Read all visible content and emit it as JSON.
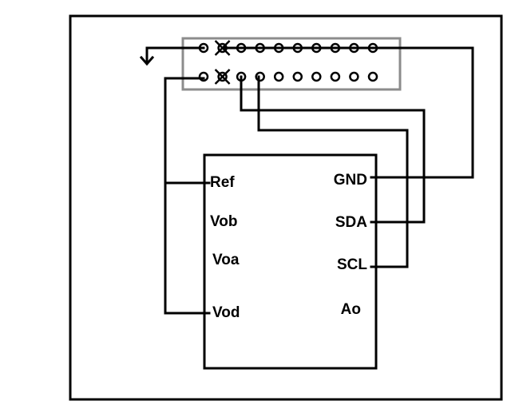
{
  "chip": {
    "left_pins": [
      "Ref",
      "Vob",
      "Voa",
      "Vod"
    ],
    "right_pins": [
      "GND",
      "SDA",
      "SCL",
      "Ao"
    ]
  },
  "header": {
    "pins_per_row": 10,
    "crossed_pins": {
      "top": [
        2
      ],
      "bottom": [
        2
      ]
    }
  },
  "colors": {
    "ink": "#000000",
    "header_outline": "#8c8c8c"
  }
}
